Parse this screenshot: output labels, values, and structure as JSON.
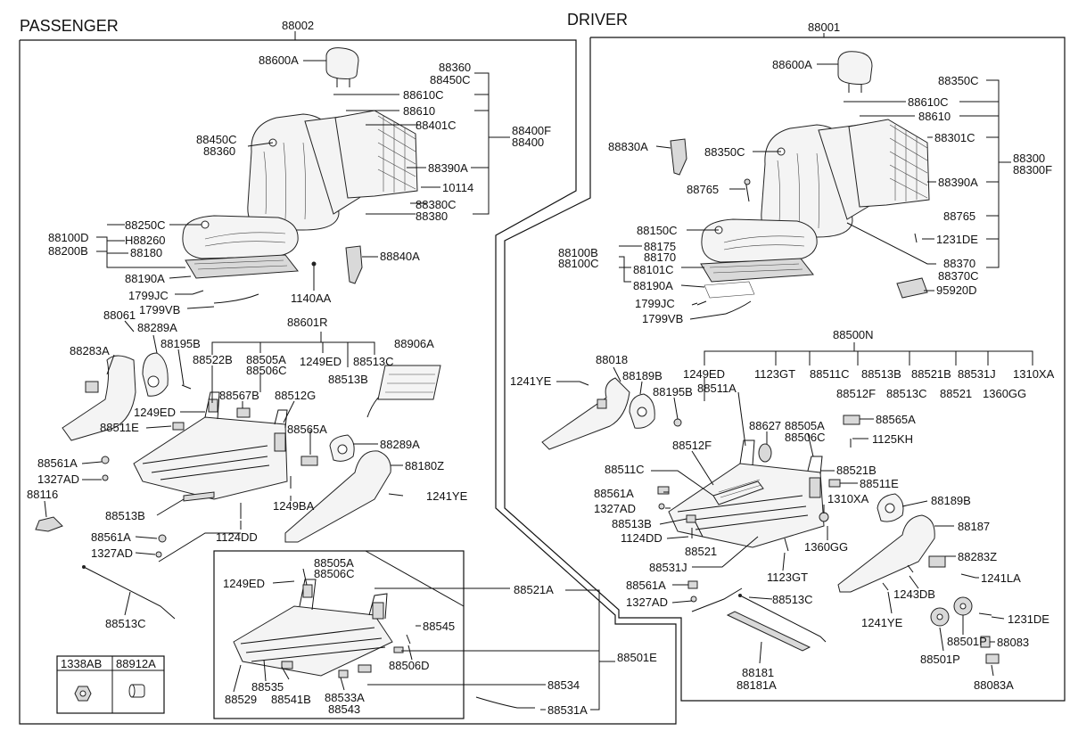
{
  "titles": {
    "passenger": "PASSENGER",
    "driver": "DRIVER"
  },
  "assemblies": {
    "passenger": "88002",
    "driver": "88001"
  },
  "legend": {
    "col1": "1338AB",
    "col2": "88912A"
  },
  "labels": {
    "p_88600A": "88600A",
    "p_88360a": "88360",
    "p_88450Ca": "88450C",
    "p_88610C": "88610C",
    "p_88610": "88610",
    "p_88401C": "88401C",
    "p_88400F": "88400F",
    "p_88400": "88400",
    "p_88450Cb": "88450C",
    "p_88360b": "88360",
    "p_88390A": "88390A",
    "p_10114": "10114",
    "p_88380C": "88380C",
    "p_88380": "88380",
    "p_88250C": "88250C",
    "p_88100D": "88100D",
    "p_H88260": "H88260",
    "p_88200B": "88200B",
    "p_88180": "88180",
    "p_88190A": "88190A",
    "p_88840A": "88840A",
    "p_1799JC": "1799JC",
    "p_1140AA": "1140AA",
    "p_1799VB": "1799VB",
    "p_88061": "88061",
    "p_88601R": "88601R",
    "p_88289Aa": "88289A",
    "p_88283A": "88283A",
    "p_88195B": "88195B",
    "p_88522B": "88522B",
    "p_88505A": "88505A",
    "p_88506C": "88506C",
    "p_1249ED": "1249ED",
    "p_88513C": "88513C",
    "p_88906A": "88906A",
    "p_88513B": "88513B",
    "p_88567B": "88567B",
    "p_88512G": "88512G",
    "p_1249EDb": "1249ED",
    "p_88511E": "88511E",
    "p_88565A": "88565A",
    "p_88289Ab": "88289A",
    "p_88180Z": "88180Z",
    "p_88561Aa": "88561A",
    "p_1327ADa": "1327AD",
    "p_88116": "88116",
    "p_1241YE": "1241YE",
    "p_1249BA": "1249BA",
    "p_88513Bb": "88513B",
    "p_1124DD": "1124DD",
    "p_88561Ab": "88561A",
    "p_1327ADb": "1327AD",
    "p_88513Cb": "88513C",
    "s_88505A": "88505A",
    "s_88506C": "88506C",
    "s_1249ED": "1249ED",
    "s_88521A": "88521A",
    "s_88545": "88545",
    "s_88506D": "88506D",
    "s_88501E": "88501E",
    "s_88535": "88535",
    "s_88529": "88529",
    "s_88541B": "88541B",
    "s_88533A": "88533A",
    "s_88543": "88543",
    "s_88534": "88534",
    "s_88531A": "88531A",
    "d_88600A": "88600A",
    "d_88350C": "88350C",
    "d_88610C": "88610C",
    "d_88610": "88610",
    "d_88301C": "88301C",
    "d_88830A": "88830A",
    "d_88350Cb": "88350C",
    "d_88300": "88300",
    "d_88300F": "88300F",
    "d_88765": "88765",
    "d_88390A": "88390A",
    "d_88765b": "88765",
    "d_88150C": "88150C",
    "d_1231DE": "1231DE",
    "d_88100B": "88100B",
    "d_88175": "88175",
    "d_88170": "88170",
    "d_88100C": "88100C",
    "d_88101C": "88101C",
    "d_88370": "88370",
    "d_88190A": "88190A",
    "d_88370C": "88370C",
    "d_95920D": "95920D",
    "d_1799JC": "1799JC",
    "d_1799VB": "1799VB",
    "d_88500N": "88500N",
    "d_88018": "88018",
    "d_1249ED": "1249ED",
    "d_1123GT": "1123GT",
    "d_88511C": "88511C",
    "d_88513B": "88513B",
    "d_88521B": "88521B",
    "d_88531J": "88531J",
    "d_1310XA": "1310XA",
    "d_1241YE": "1241YE",
    "d_88189B": "88189B",
    "d_88511A": "88511A",
    "d_88512F": "88512F",
    "d_88513C": "88513C",
    "d_88521": "88521",
    "d_1360GG": "1360GG",
    "d_88195B": "88195B",
    "d_88627": "88627",
    "d_88505A": "88505A",
    "d_88506C": "88506C",
    "d_88565A": "88565A",
    "d_1125KH": "1125KH",
    "d_88512Fb": "88512F",
    "d_88511Cb": "88511C",
    "d_88521Bb": "88521B",
    "d_88511E": "88511E",
    "d_88561A": "88561A",
    "d_1327AD": "1327AD",
    "d_1310XAb": "1310XA",
    "d_88189Bb": "88189B",
    "d_88513Bb": "88513B",
    "d_1124DD": "1124DD",
    "d_88187": "88187",
    "d_1360GGb": "1360GG",
    "d_88521b": "88521",
    "d_88283Z": "88283Z",
    "d_88531Jb": "88531J",
    "d_1123GTb": "1123GT",
    "d_1241LA": "1241LA",
    "d_88561Ab": "88561A",
    "d_88513Cb": "88513C",
    "d_1243DB": "1243DB",
    "d_1327ADb": "1327AD",
    "d_1241YEb": "1241YE",
    "d_1231DEb": "1231DE",
    "d_88501P": "88501P",
    "d_88501Pb": "88501P",
    "d_88083": "88083",
    "d_88181": "88181",
    "d_88181A": "88181A",
    "d_88083A": "88083A"
  }
}
